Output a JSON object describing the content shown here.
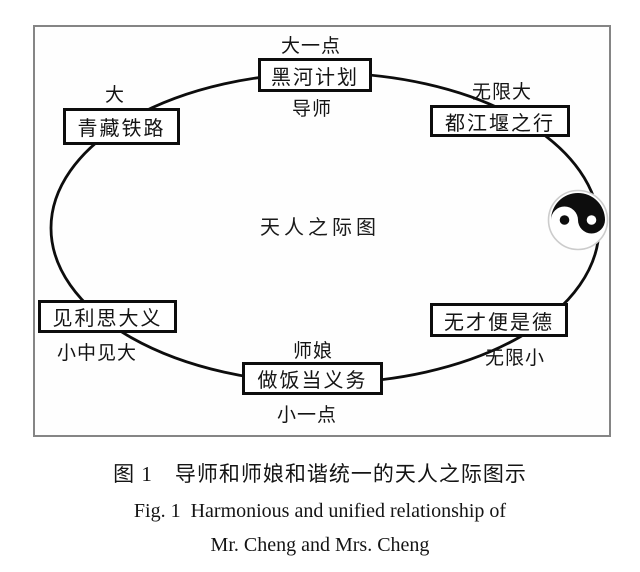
{
  "diagram": {
    "center_title": "天人之际图",
    "top": {
      "outer_label": "大一点",
      "box_label": "黑河计划",
      "inner_label": "导师"
    },
    "top_left": {
      "outer_label": "大",
      "box_label": "青藏铁路"
    },
    "top_right": {
      "outer_label": "无限大",
      "box_label": "都江堰之行"
    },
    "bottom_left": {
      "box_label": "见利思大义",
      "outer_label": "小中见大"
    },
    "bottom": {
      "inner_label": "师娘",
      "box_label": "做饭当义务",
      "outer_label": "小一点"
    },
    "bottom_right": {
      "box_label": "无才便是德",
      "outer_label": "无限小"
    },
    "icons": {
      "yinyang": "yin-yang taijitu symbol on right side of ellipse"
    },
    "colors": {
      "line": "#0d0d0d",
      "frame_border": "#858585",
      "background": "#ffffff",
      "yinyang_black": "#0d0d0d",
      "yinyang_halo": "#cccccc"
    }
  },
  "caption": {
    "zh": "图 1　导师和师娘和谐统一的天人之际图示",
    "en_line1": "Fig. 1  Harmonious and unified relationship of",
    "en_line2": "Mr. Cheng and Mrs. Cheng"
  }
}
